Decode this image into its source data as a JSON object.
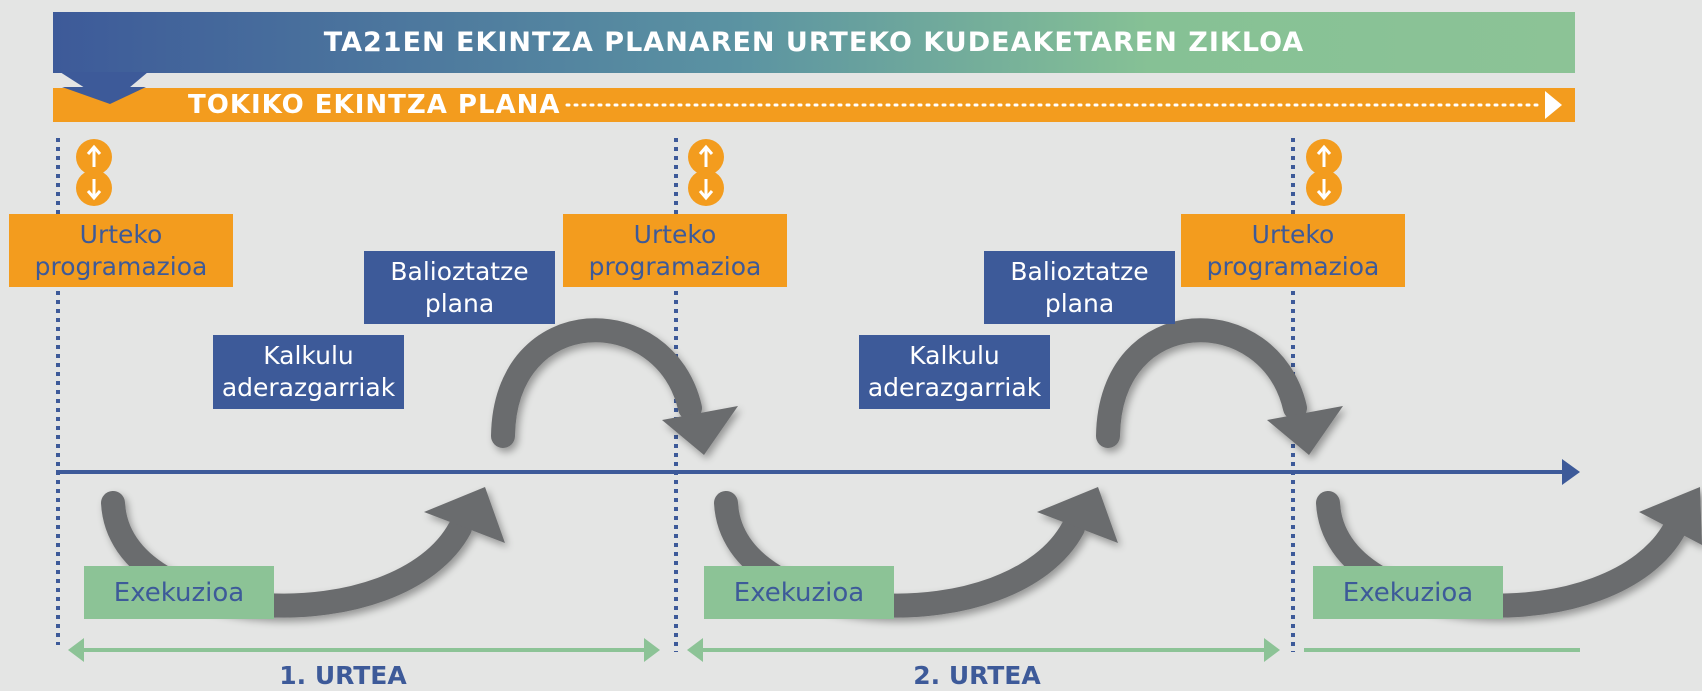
{
  "header": {
    "title": "TA21EN EKINTZA PLANAREN URTEKO KUDEAKETAREN ZIKLOA",
    "plan_label": "TOKIKO EKINTZA PLANA"
  },
  "cycles": [
    {
      "programazioa": [
        "Urteko",
        "programazioa"
      ],
      "balioztatze": [
        "Balioztatze",
        "plana"
      ],
      "kalkulu": [
        "Kalkulu",
        "aderazgarriak"
      ],
      "exekuzioa": "Exekuzioa"
    },
    {
      "programazioa": [
        "Urteko",
        "programazioa"
      ],
      "balioztatze": [
        "Balioztatze",
        "plana"
      ],
      "kalkulu": [
        "Kalkulu",
        "aderazgarriak"
      ],
      "exekuzioa": "Exekuzioa"
    },
    {
      "programazioa": [
        "Urteko",
        "programazioa"
      ],
      "exekuzioa": "Exekuzioa"
    }
  ],
  "years": [
    "1. URTEA",
    "2. URTEA"
  ],
  "colors": {
    "navy": "#3d5a99",
    "orange": "#f39c1e",
    "green": "#8cc396",
    "arrow_gray": "#6b6c6e",
    "background": "#e4e5e4"
  },
  "icons": {
    "updown": "up-down-arrows-icon",
    "curved": "curved-arrow-icon"
  }
}
